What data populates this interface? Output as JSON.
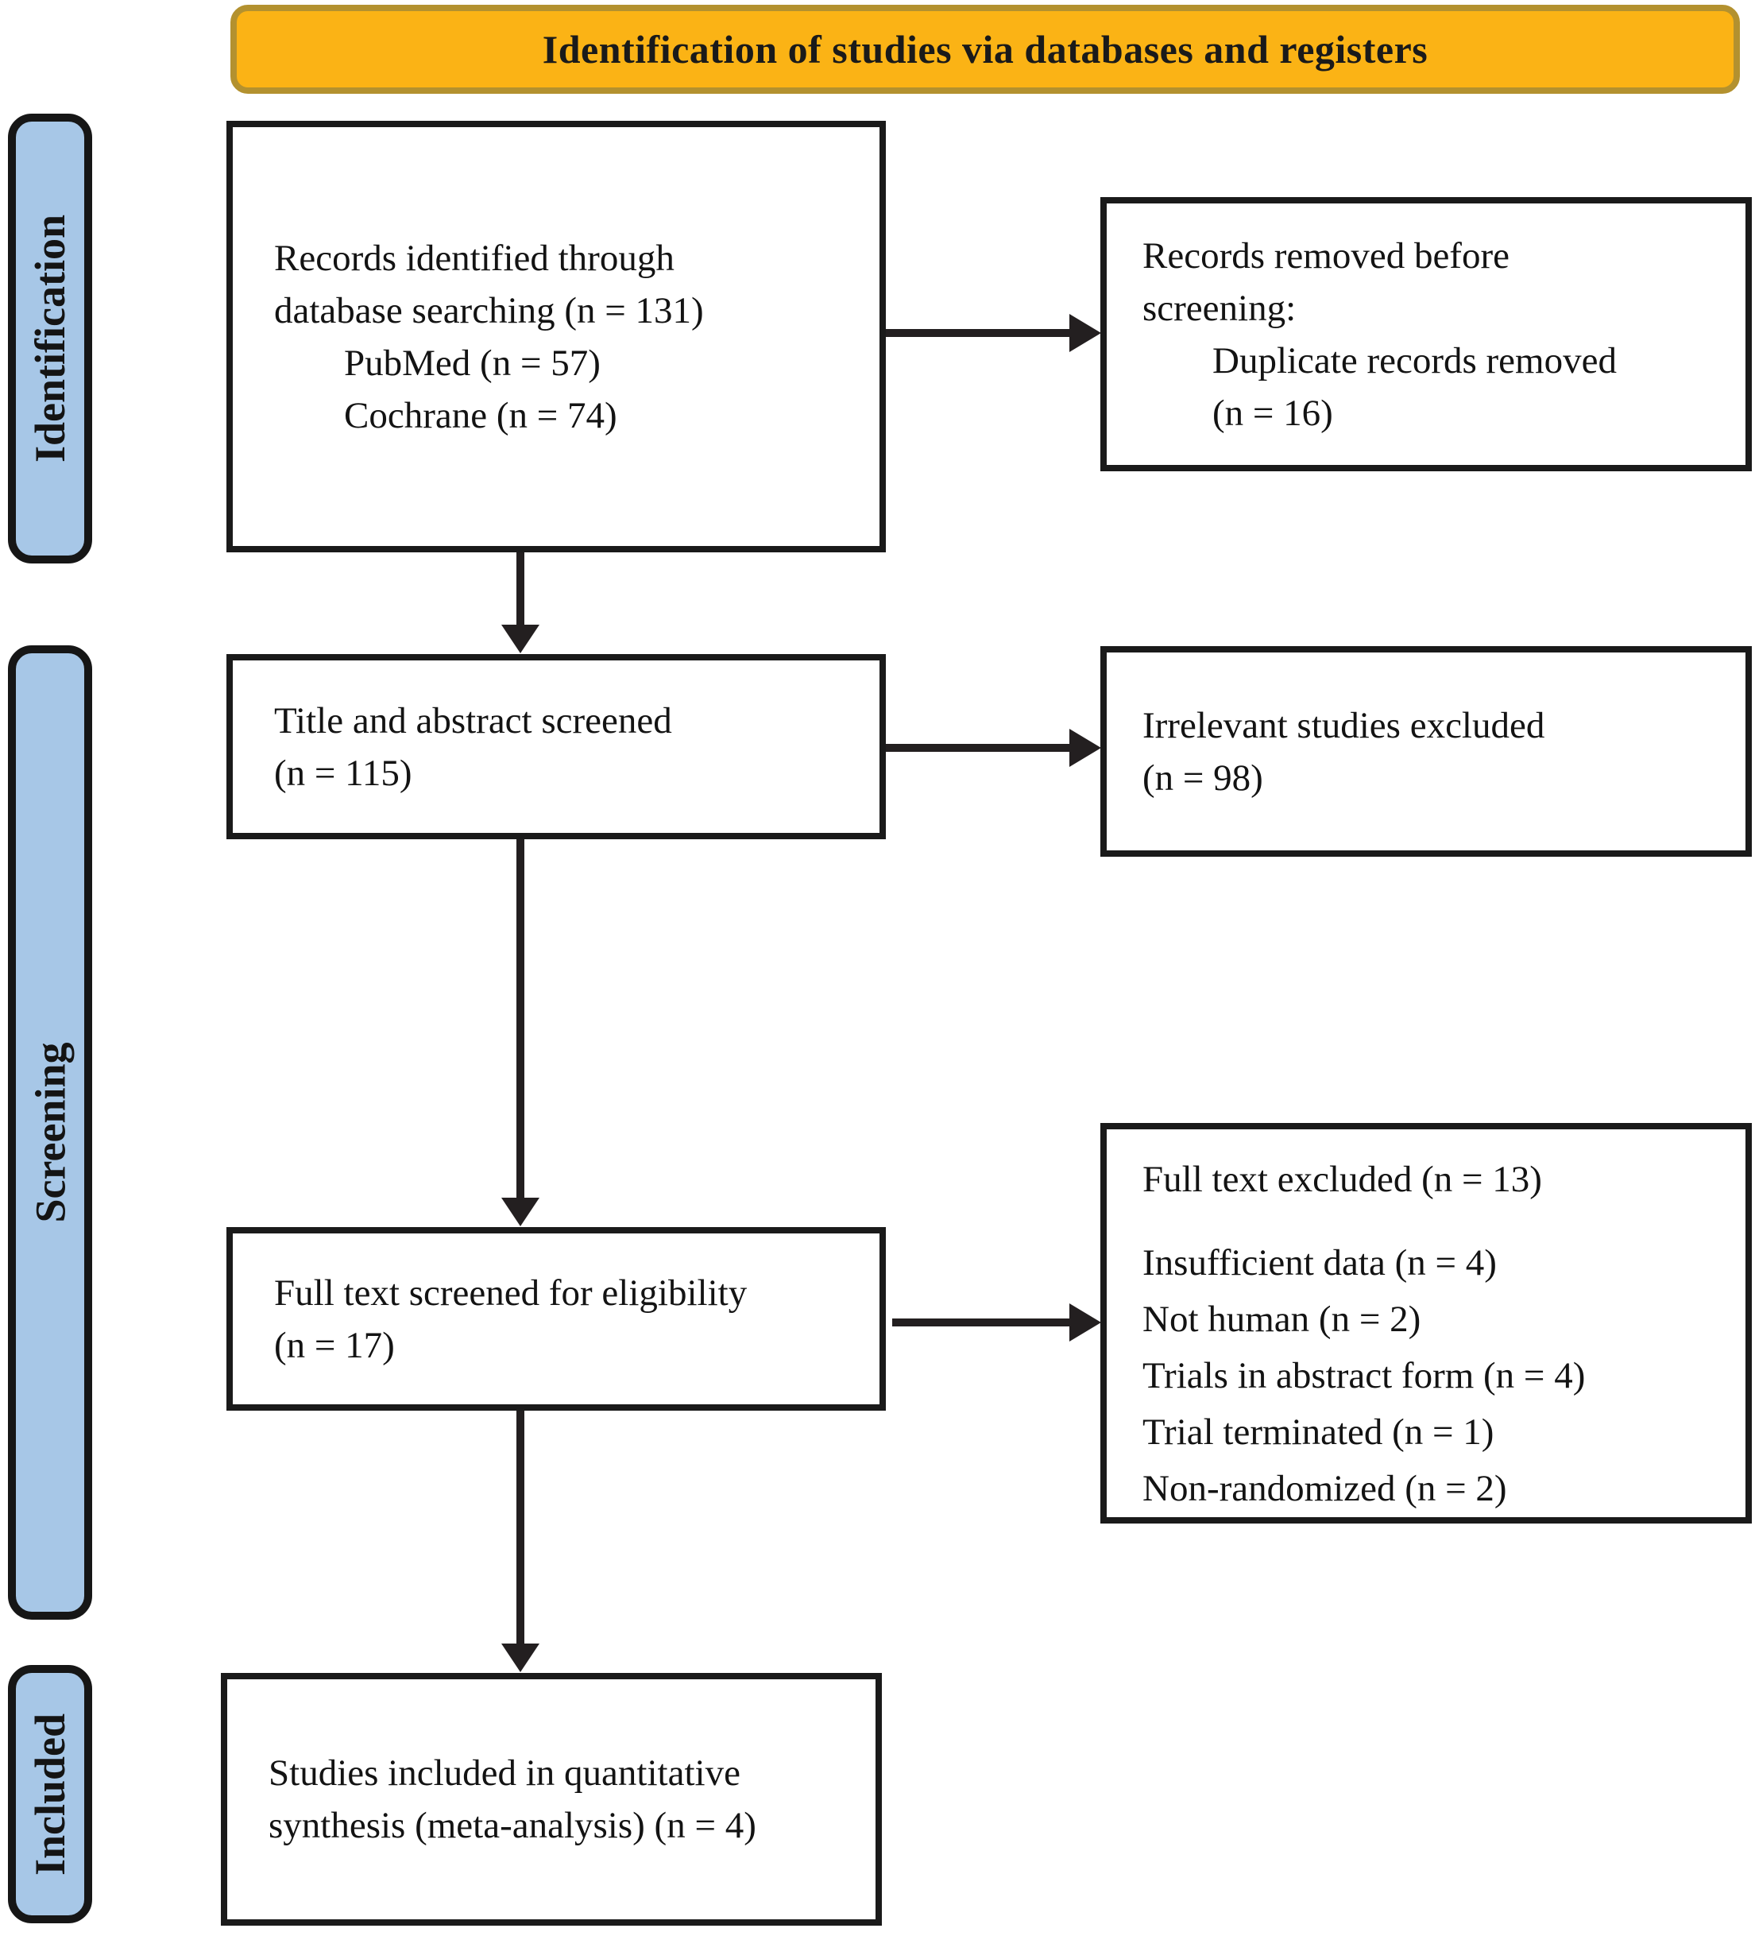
{
  "header": {
    "title": "Identification of studies via databases and registers"
  },
  "stages": [
    {
      "label": "Identification"
    },
    {
      "label": "Screening"
    },
    {
      "label": "Included"
    }
  ],
  "boxes": {
    "records_identified": {
      "lines": [
        "Records identified through",
        "database searching (n = 131)",
        "PubMed (n = 57)",
        "Cochrane (n = 74)"
      ]
    },
    "records_removed": {
      "lines": [
        "Records removed before",
        "screening:",
        "Duplicate records removed",
        "(n = 16)"
      ]
    },
    "title_abstract_screened": {
      "lines": [
        "Title and abstract screened",
        "(n = 115)"
      ]
    },
    "irrelevant_excluded": {
      "lines": [
        "Irrelevant studies excluded",
        "(n = 98)"
      ]
    },
    "full_text_screened": {
      "lines": [
        "Full text screened for eligibility",
        "(n = 17)"
      ]
    },
    "full_text_excluded": {
      "title": "Full text excluded (n = 13)",
      "reasons": [
        "Insufficient data (n = 4)",
        "Not human (n = 2)",
        "Trials in abstract form (n = 4)",
        "Trial terminated (n = 1)",
        "Non-randomized (n = 2)"
      ]
    },
    "included_synthesis": {
      "lines": [
        "Studies included in quantitative",
        "synthesis (meta-analysis) (n = 4)"
      ]
    }
  },
  "colors": {
    "banner_fill": "#FBB315",
    "banner_border": "#B3912F",
    "stage_fill": "#A7C7E7",
    "stage_border": "#161616",
    "box_border": "#1A1A1A",
    "arrow": "#231F20",
    "text": "#131313"
  }
}
